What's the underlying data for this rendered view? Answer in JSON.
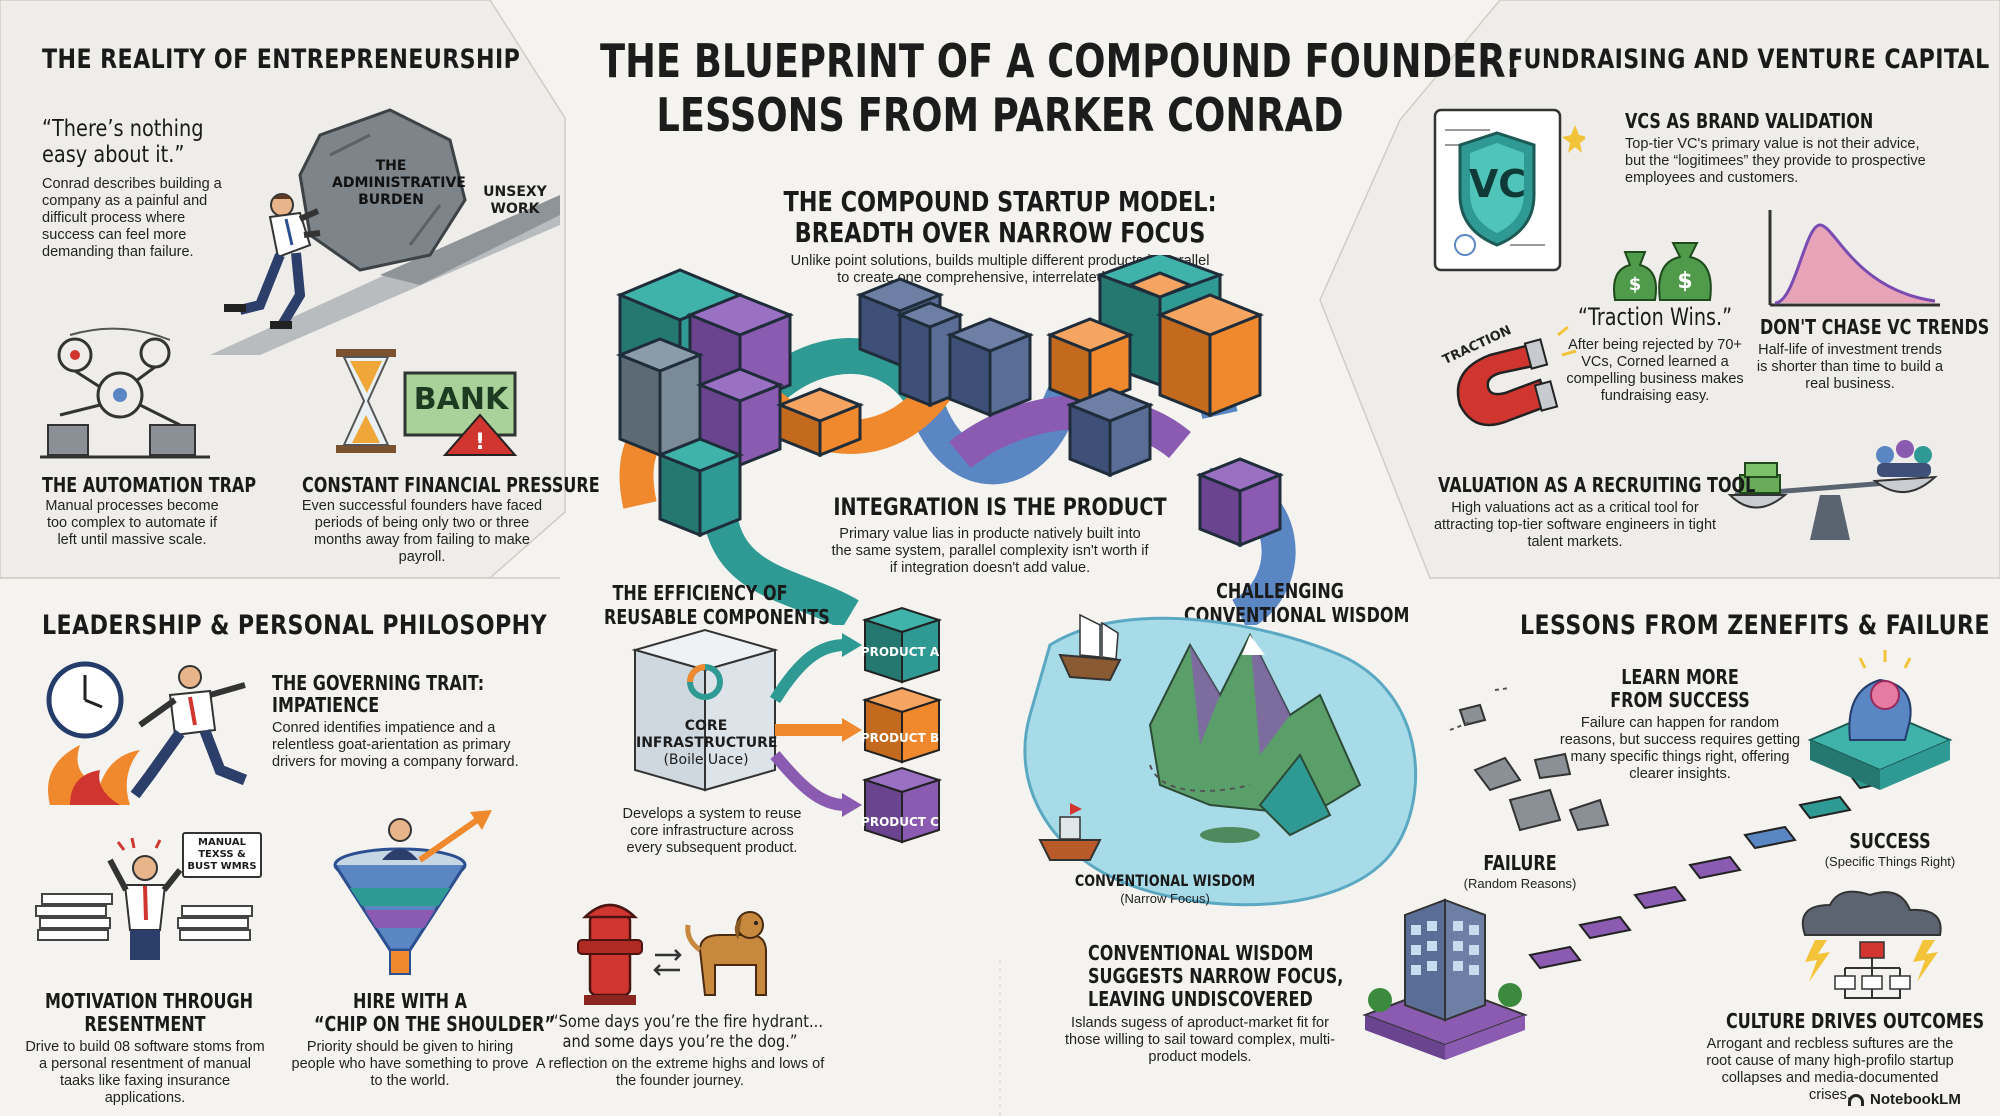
{
  "title": {
    "line1": "THE BLUEPRINT OF A COMPOUND FOUNDER:",
    "line2": "LESSONS FROM PARKER CONRAD"
  },
  "reality": {
    "heading": "THE REALITY OF ENTREPRENEURSHIP",
    "quote_line1": "“There’s nothing",
    "quote_line2": "easy about it.”",
    "quote_body": "Conrad describes building a company as a painful and difficult process where success can feel more demanding than failure.",
    "boulder_label": "THE ADMINISTRATIVE BURDEN",
    "unsexy_label": "UNSEXY WORK",
    "automation_title": "THE AUTOMATION TRAP",
    "automation_body": "Manual processes become too complex to automate if left until massive scale.",
    "pressure_title": "CONSTANT FINANCIAL PRESSURE",
    "pressure_body": "Even successful founders have faced periods of being only two or three months away from failing to make payroll.",
    "bank_label": "BANK"
  },
  "compound": {
    "heading_line1": "THE COMPOUND STARTUP MODEL:",
    "heading_line2": "BREADTH OVER NARROW FOCUS",
    "body": "Unlike point solutions, builds multiple different products in parallel to create one comprehensive, interrelated solution.",
    "integration_title": "INTEGRATION IS THE PRODUCT",
    "integration_body": "Primary value lias in producte natively built into the same system, parallel complexity isn't worth if if integration doesn't add value."
  },
  "reusable": {
    "heading_line1": "THE EFFICIENCY OF",
    "heading_line2": "REUSABLE COMPONENTS",
    "core_line1": "CORE",
    "core_line2": "INFRASTRUCTURE",
    "core_sub": "(Boile Uace)",
    "product_a": "PRODUCT A",
    "product_b": "PRODUCT B",
    "product_c": "PRODUCT C",
    "body": "Develops a system to reuse core infrastructure across every subsequent product."
  },
  "conventional": {
    "heading_line1": "CHALLENGING",
    "heading_line2": "CONVENTIONAL WISDOM",
    "boat_label": "CONVENTIONAL WISDOM",
    "boat_sub": "(Narrow Focus)",
    "bottom_title_line1": "CONVENTIONAL WISDOM",
    "bottom_title_line2": "SUGGESTS NARROW FOCUS,",
    "bottom_title_line3": "LEAVING UNDISCOVERED",
    "bottom_body": "Islands sugess of aproduct-market fit for those willing to sail toward complex, multi-product models."
  },
  "fundraising": {
    "heading": "FUNDRAISING AND VENTURE CAPITAL",
    "vc_badge": "VC",
    "brand_title": "VCS AS BRAND VALIDATION",
    "brand_body": "Top-tier VC's primary value is not their advice, but the “logitimees” they provide to prospective employees and customers.",
    "traction_tag": "TRACTION",
    "traction_title": "“Traction Wins.”",
    "traction_body": "After being rejected by 70+ VCs, Corned learned a compelling business makes fundraising easy.",
    "trends_title": "DON'T CHASE VC TRENDS",
    "trends_body": "Half-life of investment trends is shorter than time to build a real business.",
    "valuation_title": "VALUATION AS A RECRUITING TOOL",
    "valuation_body": "High valuations act as a critical tool for attracting top-tier software engineers in tight talent markets."
  },
  "leadership": {
    "heading": "LEADERSHIP & PERSONAL PHILOSOPHY",
    "trait_title_line1": "THE GOVERNING TRAIT:",
    "trait_title_line2": "IMPATIENCE",
    "trait_body": "Conred identifies impatience and a relentless goat-arientation as primary drivers for moving a company forward.",
    "sign_text": "MANUAL TEXSS & BUST WMRS",
    "motivation_title_line1": "MOTIVATION THROUGH",
    "motivation_title_line2": "RESENTMENT",
    "motivation_body": "Drive to build 08 software stoms from a personal resentment of manual taaks like faxing insurance applications.",
    "hire_title_line1": "HIRE WITH A",
    "hire_title_line2": "“CHIP ON THE SHOULDER”",
    "hire_body": "Priority should be given to hiring people who have something to prove to the world.",
    "hydrant_quote_line1": "“Some days you’re the fire hydrant...",
    "hydrant_quote_line2": "and some days you’re the dog.”",
    "hydrant_body": "A reflection on the extreme highs and lows of the founder journey."
  },
  "zenefits": {
    "heading": "LESSONS FROM ZENEFITS & FAILURE",
    "learn_title_line1": "LEARN MORE",
    "learn_title_line2": "FROM SUCCESS",
    "learn_body": "Failure can happen for random reasons, but success requires getting many specific things right, offering clearer insights.",
    "failure_label": "FAILURE",
    "failure_sub": "(Random Reasons)",
    "success_label": "SUCCESS",
    "success_sub": "(Specific Things Right)",
    "culture_title": "CULTURE DRIVES OUTCOMES",
    "culture_body": "Arrogant and recbless suftures are the root cause of many high-profilo startup collapses and media-documented crises."
  },
  "brand": {
    "name": "NotebookLM"
  },
  "colors": {
    "teal": "#2f9a93",
    "purple": "#8a5bb0",
    "orange": "#f0892e",
    "blue": "#5a86c4",
    "gray": "#8b9096",
    "red": "#d0362f",
    "green": "#3c8a3e",
    "navy": "#1f3c5a"
  }
}
